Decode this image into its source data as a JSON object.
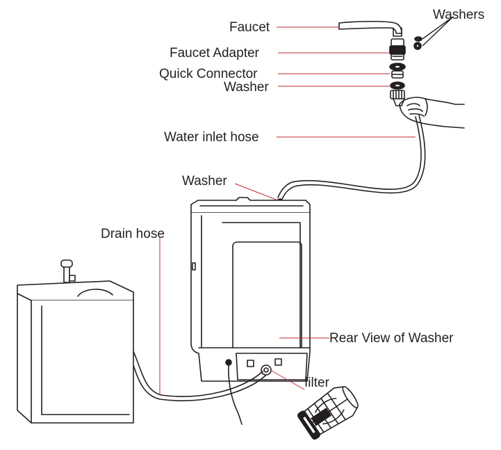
{
  "labels": {
    "faucet": "Faucet",
    "washers": "Washers",
    "faucet_adapter": "Faucet Adapter",
    "quick_connector": "Quick Connector",
    "washer_top": "Washer",
    "water_inlet_hose": "Water inlet hose",
    "washer_inlet": "Washer",
    "drain_hose": "Drain hose",
    "rear_view": "Rear View of Washer",
    "filter": "filter"
  },
  "colors": {
    "line": "#231f20",
    "leader": "#c1272d",
    "background": "#ffffff"
  }
}
